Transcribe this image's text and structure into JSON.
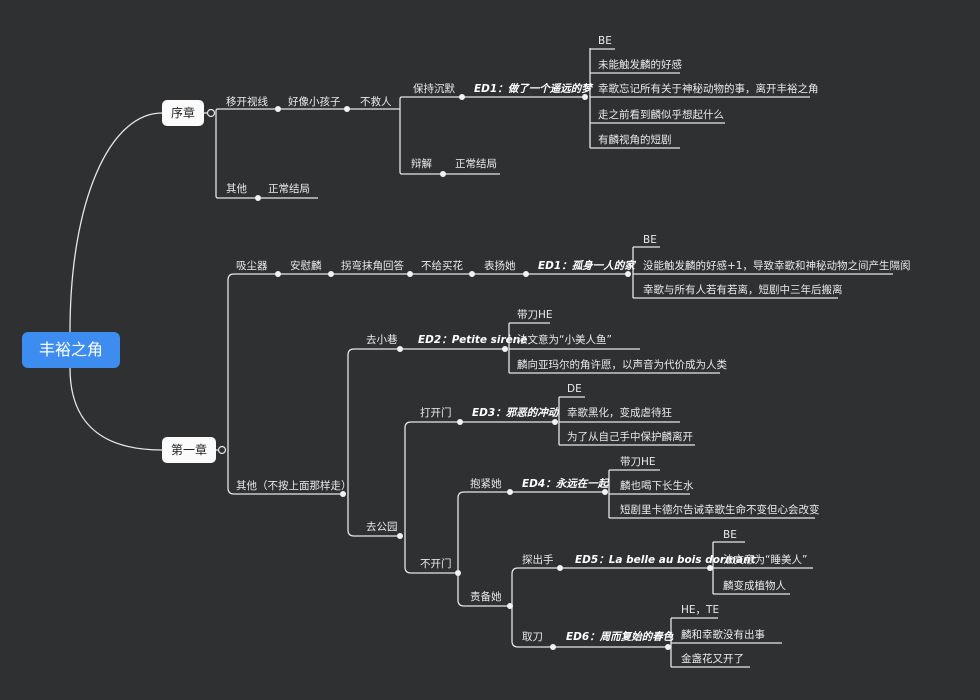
{
  "root": "丰裕之角",
  "prologue": {
    "title": "序章",
    "move_gaze": "移开视线",
    "like_child": "好像小孩子",
    "not_save": "不救人",
    "keep_silent": "保持沉默",
    "ed1a_title": "ED1：做了一个遥远的梦",
    "ed1a_tag": "BE",
    "ed1a_notes": [
      "未能触发麟的好感",
      "幸歌忘记所有关于神秘动物的事，离开丰裕之角",
      "走之前看到麟似乎想起什么",
      "有麟视角的短剧"
    ],
    "argue": "辩解",
    "argue_end": "正常结局",
    "other": "其他",
    "other_end": "正常结局"
  },
  "chapter1": {
    "title": "第一章",
    "vacuum": "吸尘器",
    "comfort": "安慰麟",
    "indirect": "拐弯抹角回答",
    "no_flower": "不给买花",
    "praise": "表扬她",
    "ed1b_title": "ED1：孤身一人的家",
    "ed1b_tag": "BE",
    "ed1b_notes": [
      "没能触发麟的好感+1，导致幸歌和神秘动物之间产生隔阂",
      "幸歌与所有人若有若离，短剧中三年后搬离"
    ],
    "other_route": "其他（不按上面那样走）",
    "alley": "去小巷",
    "ed2_title": "ED2：Petite sirène",
    "ed2_tag": "带刀HE",
    "ed2_notes": [
      "法文意为“小美人鱼”",
      "麟向亚玛尔的角许愿，以声音为代价成为人类"
    ],
    "park": "去公园",
    "open_door": "打开门",
    "ed3_title": "ED3：邪恶的冲动",
    "ed3_tag": "DE",
    "ed3_notes": [
      "幸歌黑化，变成虐待狂",
      "为了从自己手中保护麟离开"
    ],
    "no_open": "不开门",
    "hug": "抱紧她",
    "ed4_title": "ED4：永远在一起",
    "ed4_tag": "带刀HE",
    "ed4_notes": [
      "麟也喝下长生水",
      "短剧里卡德尔告诫幸歌生命不变但心会改变"
    ],
    "blame": "责备她",
    "reach": "探出手",
    "ed5_title": "ED5：La belle au bois dormant",
    "ed5_tag": "BE",
    "ed5_notes": [
      "法文意为“睡美人”",
      "麟变成植物人"
    ],
    "knife": "取刀",
    "ed6_title": "ED6：周而复始的春色",
    "ed6_tag": "HE，TE",
    "ed6_notes": [
      "麟和幸歌没有出事",
      "金盏花又开了"
    ]
  },
  "colors": {
    "background": "#2f3032",
    "root": "#3d8df1",
    "line": "#e8e8e8",
    "box": "#fbfbfb"
  }
}
